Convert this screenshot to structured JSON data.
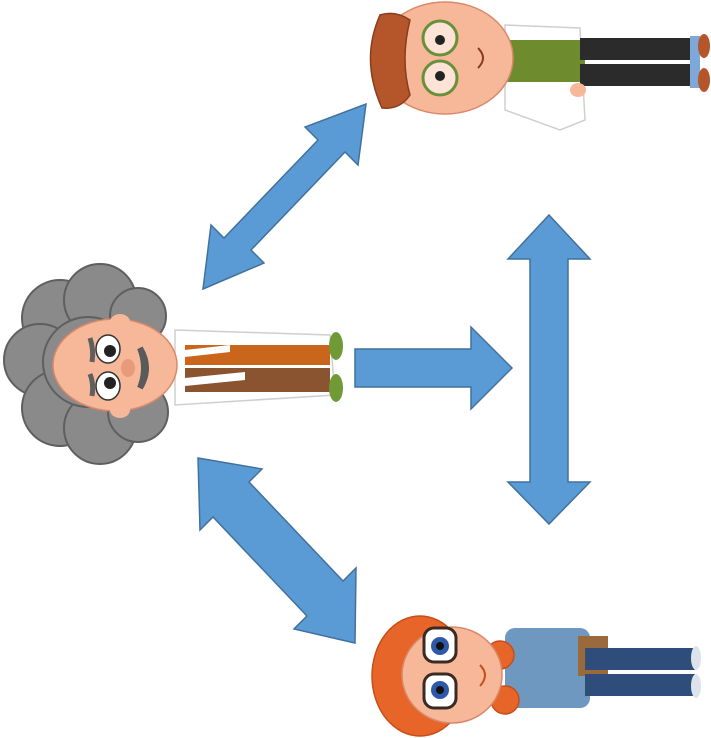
{
  "diagram": {
    "characters": [
      {
        "id": "einstein",
        "icon": "einstein-scientist-icon",
        "role": "central figure"
      },
      {
        "id": "boy",
        "icon": "boy-with-glasses-icon",
        "role": "top figure"
      },
      {
        "id": "girl",
        "icon": "red-haired-girl-with-glasses-icon",
        "role": "bottom figure"
      }
    ],
    "arrows": [
      {
        "name": "arrow-einstein-boy",
        "type": "double-headed"
      },
      {
        "name": "arrow-einstein-girl",
        "type": "double-headed"
      },
      {
        "name": "arrow-einstein-right",
        "type": "single-headed"
      },
      {
        "name": "arrow-boy-girl",
        "type": "double-headed"
      }
    ],
    "colors": {
      "arrow_fill": "#5b9bd5",
      "arrow_stroke": "#41719c",
      "skin": "#f7b89a",
      "einstein_hair": "#8a8a8a",
      "boy_hair": "#b4552a",
      "boy_shirt": "#6e8b2d",
      "girl_hair": "#e8652a",
      "girl_shirt": "#6f98c0"
    }
  }
}
